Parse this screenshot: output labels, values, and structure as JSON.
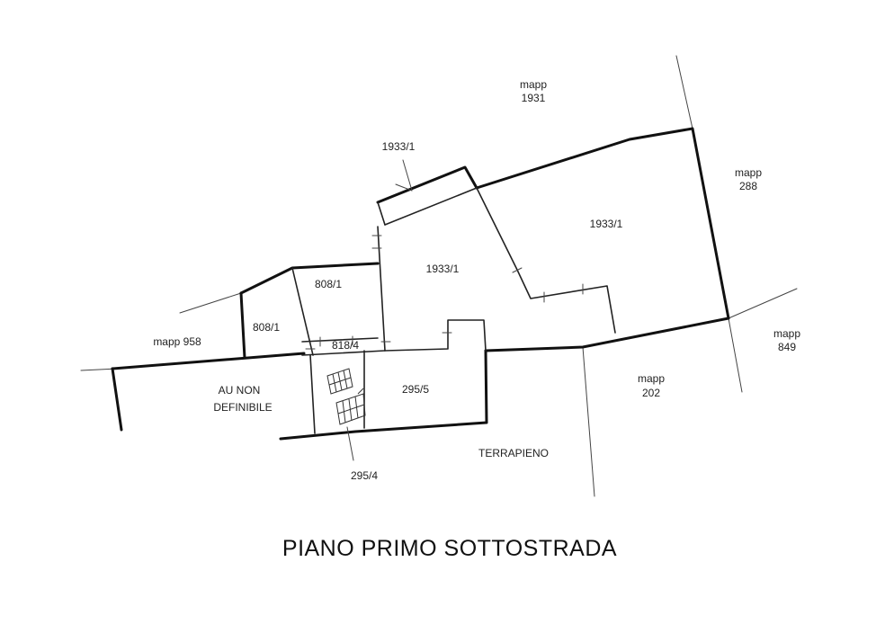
{
  "title": "PIANO PRIMO SOTTOSTRADA",
  "labels": {
    "mapp_1931": [
      "mapp",
      "1931"
    ],
    "mapp_288": [
      "mapp",
      "288"
    ],
    "mapp_849": [
      "mapp",
      "849"
    ],
    "mapp_202": [
      "mapp",
      "202"
    ],
    "mapp_958": "mapp 958",
    "sub_1933_1_top": "1933/1",
    "sub_1933_1_right": "1933/1",
    "sub_1933_1_center": "1933/1",
    "sub_808_1_upper": "808/1",
    "sub_808_1_left": "808/1",
    "sub_818_4": "818/4",
    "sub_295_5": "295/5",
    "sub_295_4": "295/4",
    "au_non_definibile": [
      "AU NON",
      "DEFINIBILE"
    ],
    "terrapieno": "TERRAPIENO"
  }
}
